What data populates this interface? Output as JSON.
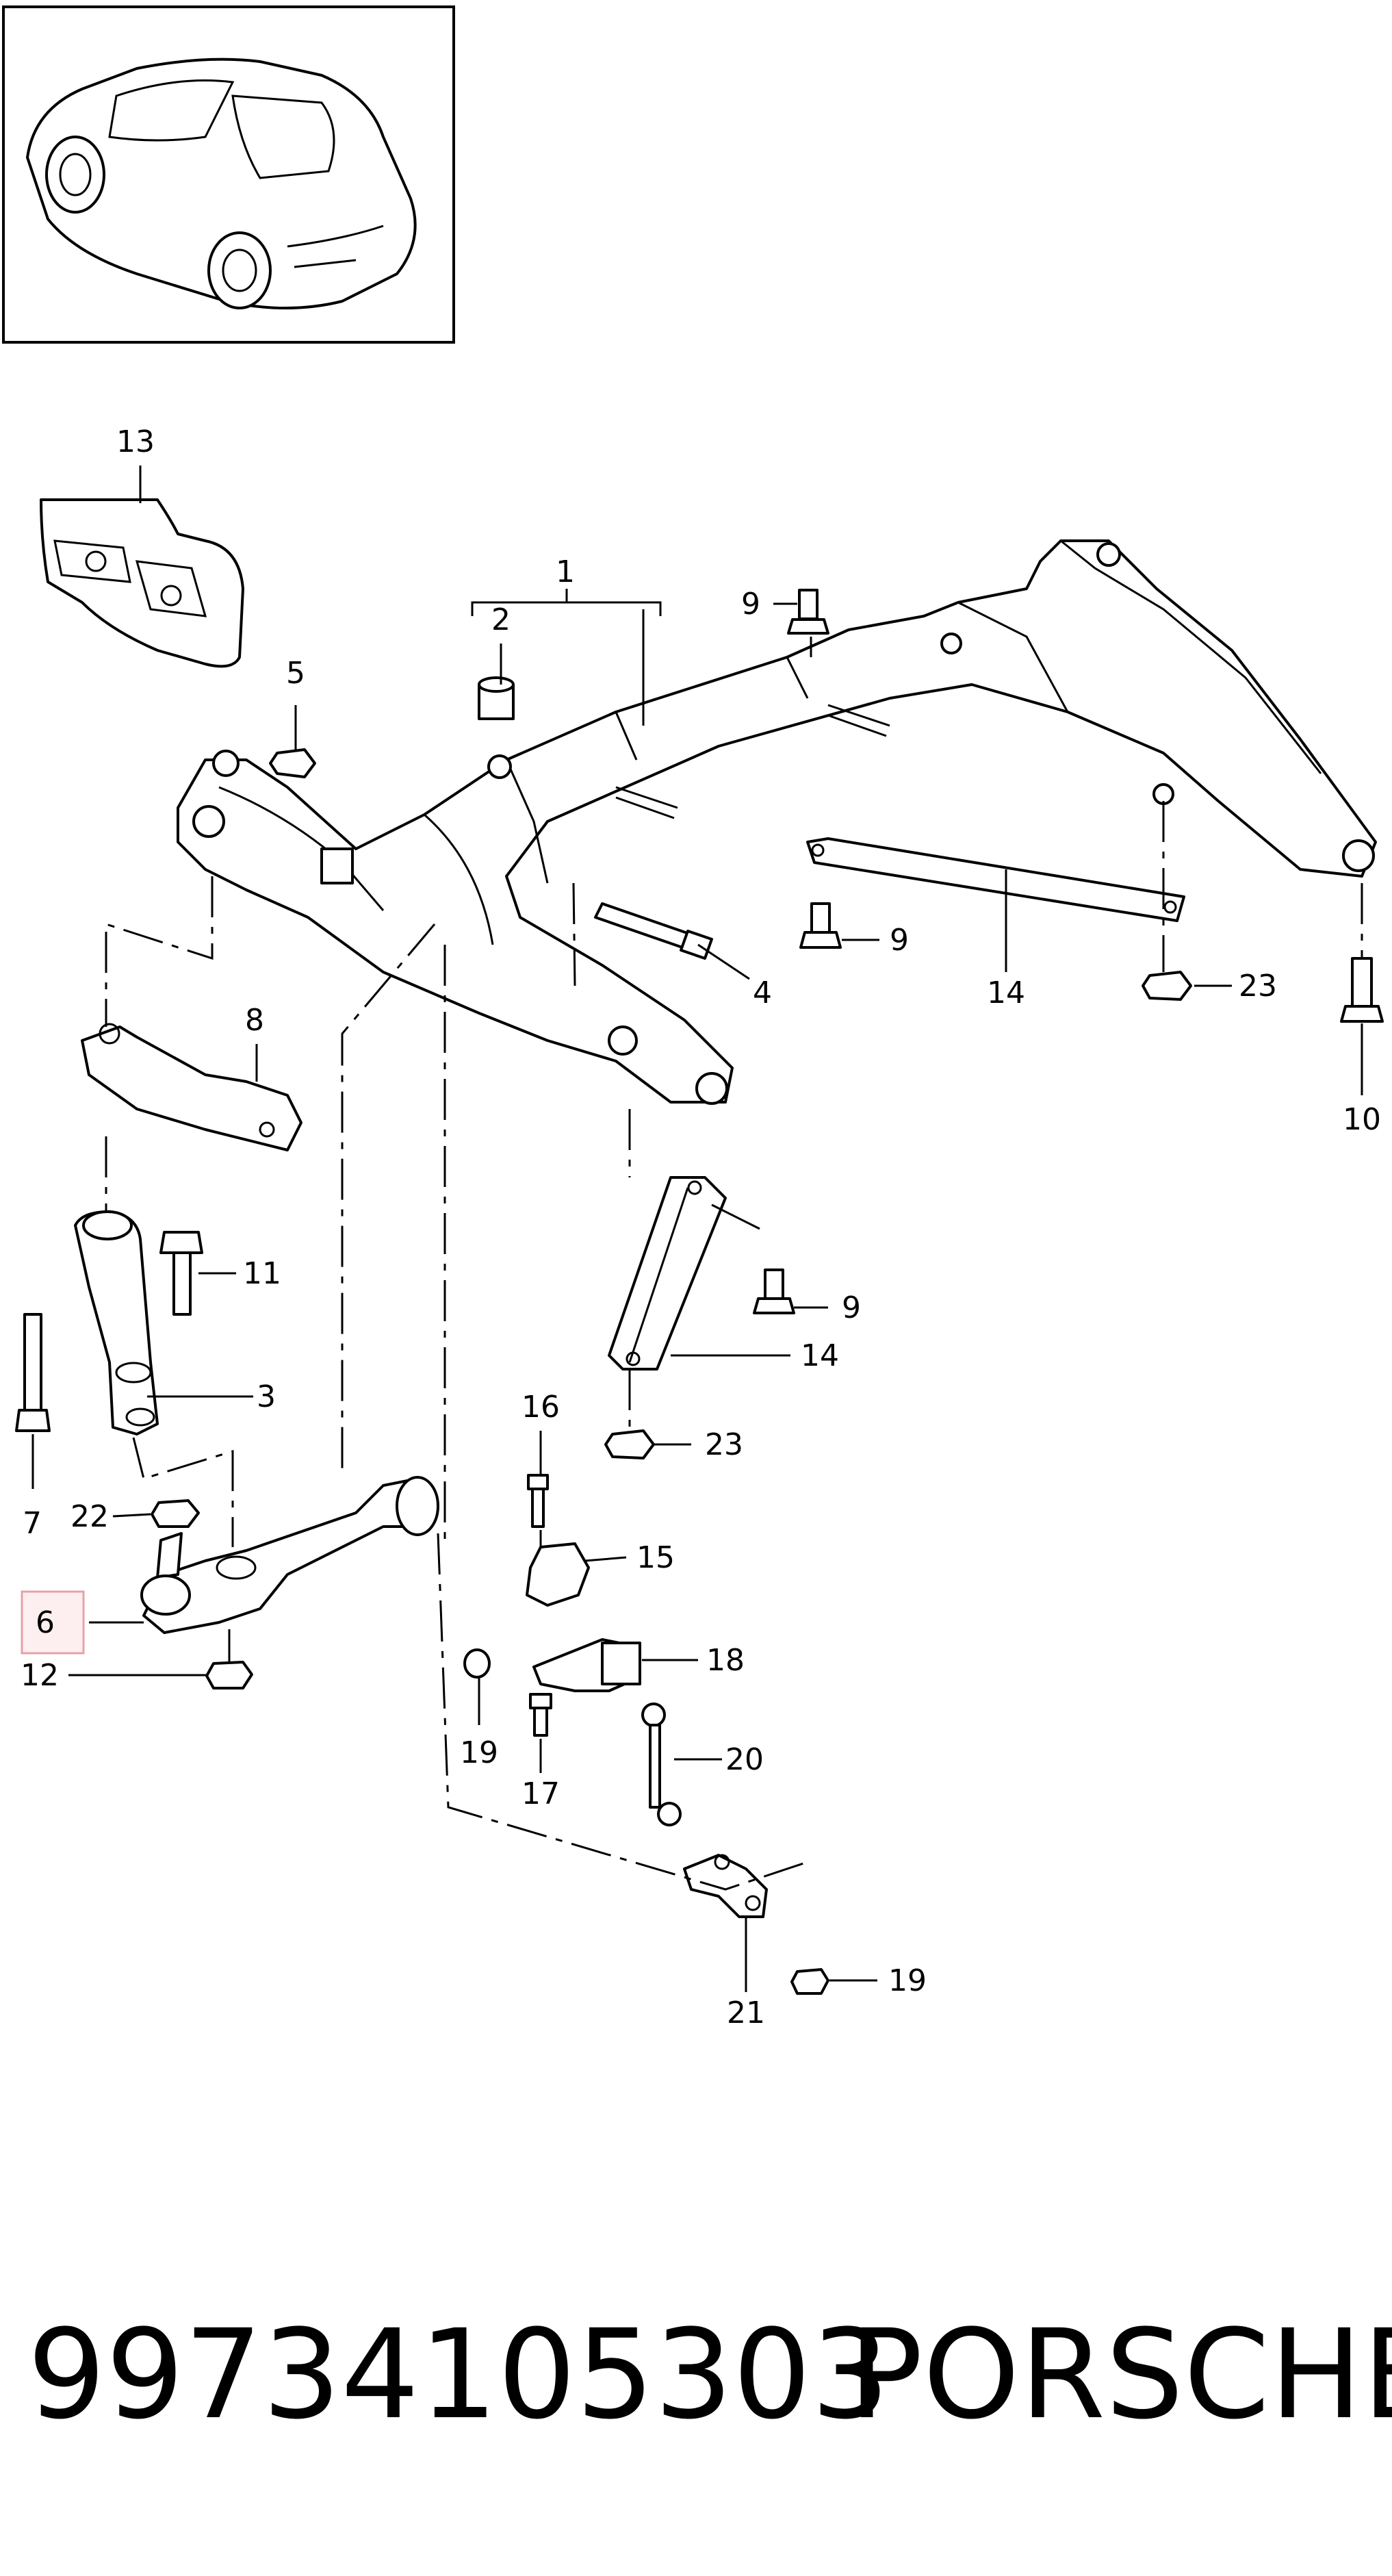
{
  "callouts": [
    {
      "id": "1",
      "label": "1"
    },
    {
      "id": "2",
      "label": "2"
    },
    {
      "id": "3",
      "label": "3"
    },
    {
      "id": "4",
      "label": "4"
    },
    {
      "id": "5",
      "label": "5"
    },
    {
      "id": "6",
      "label": "6"
    },
    {
      "id": "7",
      "label": "7"
    },
    {
      "id": "8",
      "label": "8"
    },
    {
      "id": "9a",
      "label": "9"
    },
    {
      "id": "9b",
      "label": "9"
    },
    {
      "id": "9c",
      "label": "9"
    },
    {
      "id": "10",
      "label": "10"
    },
    {
      "id": "11",
      "label": "11"
    },
    {
      "id": "12",
      "label": "12"
    },
    {
      "id": "13",
      "label": "13"
    },
    {
      "id": "14a",
      "label": "14"
    },
    {
      "id": "14b",
      "label": "14"
    },
    {
      "id": "15",
      "label": "15"
    },
    {
      "id": "16",
      "label": "16"
    },
    {
      "id": "17",
      "label": "17"
    },
    {
      "id": "18",
      "label": "18"
    },
    {
      "id": "19a",
      "label": "19"
    },
    {
      "id": "19b",
      "label": "19"
    },
    {
      "id": "20",
      "label": "20"
    },
    {
      "id": "21",
      "label": "21"
    },
    {
      "id": "22",
      "label": "22"
    },
    {
      "id": "23a",
      "label": "23"
    },
    {
      "id": "23b",
      "label": "23"
    }
  ],
  "highlighted_callout": "6",
  "highlight_color": "#e8a0a8",
  "footer": {
    "part_number": "99734105303",
    "brand": "PORSCHE"
  }
}
